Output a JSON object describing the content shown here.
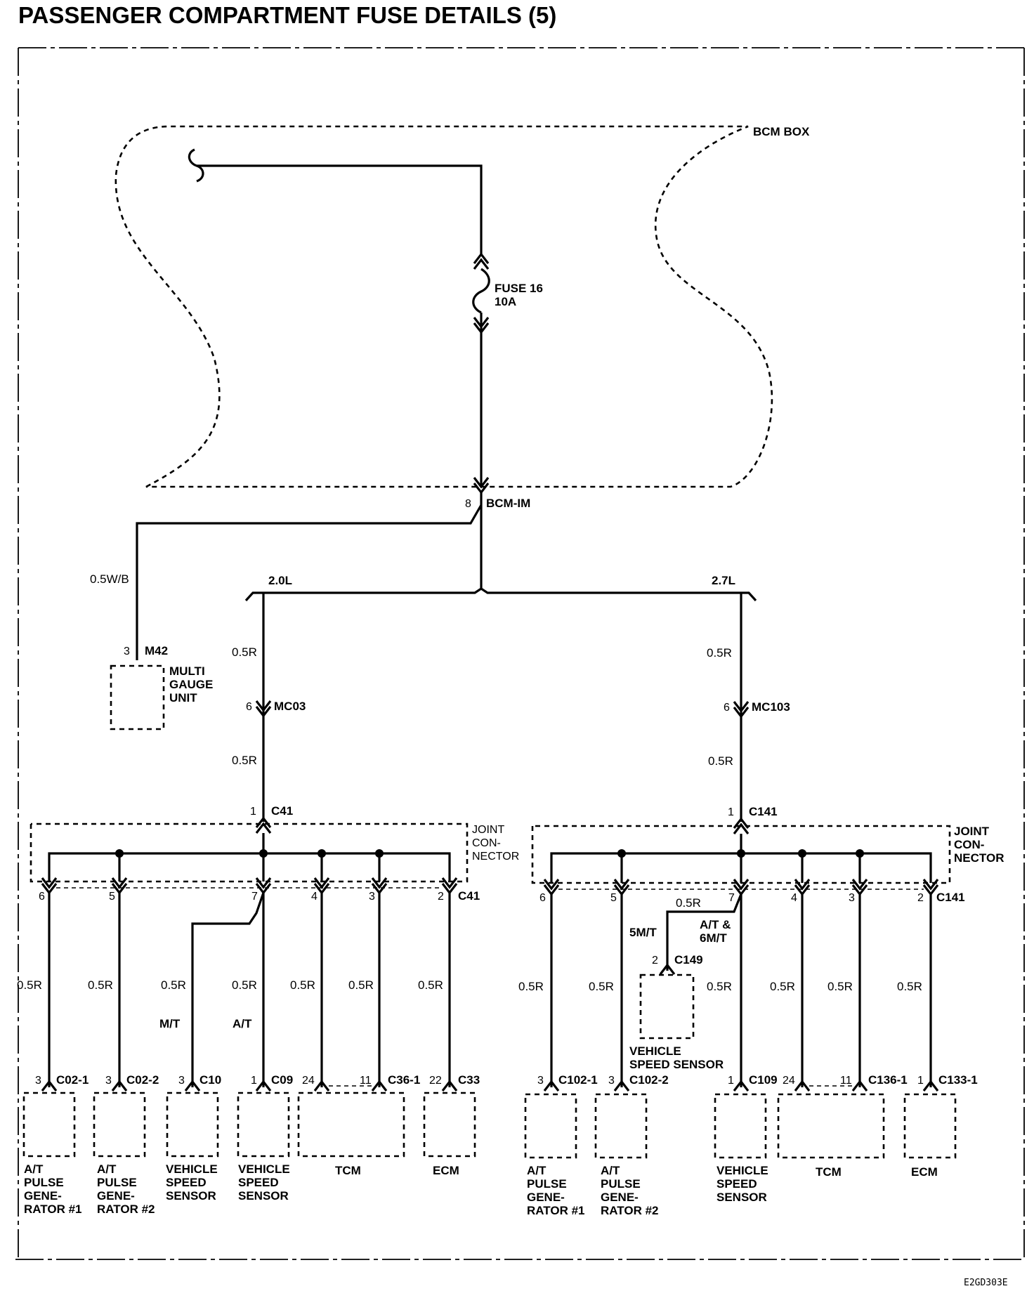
{
  "title": "PASSENGER COMPARTMENT FUSE DETAILS (5)",
  "image_code": "E2GD303E",
  "bcm_box": "BCM BOX",
  "fuse": {
    "name": "FUSE 16",
    "rating": "10A"
  },
  "bcm_connector": {
    "pin": "8",
    "name": "BCM-IM"
  },
  "gauge_branch": {
    "wire": "0.5W/B",
    "pin": "3",
    "connector": "M42",
    "component": [
      "MULTI",
      "GAUGE",
      "UNIT"
    ]
  },
  "engine_2_0": {
    "engine": "2.0L",
    "wire_upper": "0.5R",
    "mc_pin": "6",
    "mc_connector": "MC03",
    "wire_lower": "0.5R",
    "jc_pin": "1",
    "jc_connector": "C41",
    "joint_connector": [
      "JOINT",
      "CON-",
      "NECTOR"
    ],
    "out_pins": [
      "6",
      "5",
      "7",
      "4",
      "3",
      "2"
    ],
    "out_connector": "C41",
    "wires": [
      "0.5R",
      "0.5R",
      "0.5R",
      "0.5R",
      "0.5R",
      "0.5R",
      "0.5R"
    ],
    "mt_label": "M/T",
    "at_label": "A/T",
    "components": [
      {
        "pin": "3",
        "connector": "C02-1",
        "name": [
          "A/T",
          "PULSE",
          "GENE-",
          "RATOR #1"
        ]
      },
      {
        "pin": "3",
        "connector": "C02-2",
        "name": [
          "A/T",
          "PULSE",
          "GENE-",
          "RATOR #2"
        ]
      },
      {
        "pin": "3",
        "connector": "C10",
        "name": [
          "VEHICLE",
          "SPEED",
          "SENSOR"
        ]
      },
      {
        "pin": "1",
        "connector": "C09",
        "name": [
          "VEHICLE",
          "SPEED",
          "SENSOR"
        ]
      },
      {
        "pin": "24",
        "pin2": "11",
        "connector": "C36-1",
        "name": [
          "TCM"
        ]
      },
      {
        "pin": "22",
        "connector": "C33",
        "name": [
          "ECM"
        ]
      }
    ]
  },
  "engine_2_7": {
    "engine": "2.7L",
    "wire_upper": "0.5R",
    "mc_pin": "6",
    "mc_connector": "MC103",
    "wire_lower": "0.5R",
    "jc_pin": "1",
    "jc_connector": "C141",
    "joint_connector": [
      "JOINT",
      "CON-",
      "NECTOR"
    ],
    "out_pins": [
      "6",
      "5",
      "7",
      "4",
      "3",
      "2"
    ],
    "out_connector": "C141",
    "wires": [
      "0.5R",
      "0.5R",
      "0.5R",
      "0.5R",
      "0.5R",
      "0.5R"
    ],
    "branch_wire": "0.5R",
    "mt_label": "5M/T",
    "at_label": [
      "A/T &",
      "6M/T"
    ],
    "c149": {
      "pin": "2",
      "connector": "C149",
      "name": [
        "VEHICLE",
        "SPEED SENSOR"
      ]
    },
    "components": [
      {
        "pin": "3",
        "connector": "C102-1",
        "name": [
          "A/T",
          "PULSE",
          "GENE-",
          "RATOR #1"
        ]
      },
      {
        "pin": "3",
        "connector": "C102-2",
        "name": [
          "A/T",
          "PULSE",
          "GENE-",
          "RATOR #2"
        ]
      },
      {
        "pin": "1",
        "connector": "C109",
        "name": [
          "VEHICLE",
          "SPEED",
          "SENSOR"
        ]
      },
      {
        "pin": "24",
        "pin2": "11",
        "connector": "C136-1",
        "name": [
          "TCM"
        ]
      },
      {
        "pin": "1",
        "connector": "C133-1",
        "name": [
          "ECM"
        ]
      }
    ]
  }
}
